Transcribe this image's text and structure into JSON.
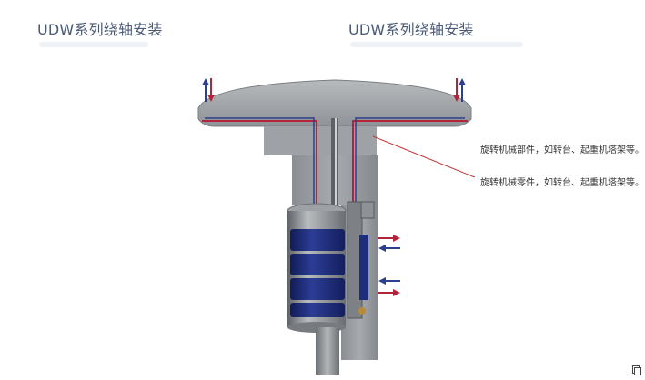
{
  "header": {
    "title_left": "UDW系列绕轴安装",
    "title_right": "UDW系列绕轴安装"
  },
  "annotations": {
    "caption_1": "旋转机械部件，如转台、起重机塔架等。",
    "caption_2": "旋转机械零件，如转台、起重机塔架等。"
  },
  "colors": {
    "metal_dark": "#6e7276",
    "metal_mid": "#9a9ea2",
    "metal_light": "#c4c7ca",
    "coil_blue": "#1f2e7a",
    "arrow_red": "#b3243c",
    "arrow_blue": "#2c3f8c",
    "leader_line": "#c23a3a"
  },
  "icons": {
    "corner": "copy-icon",
    "flow_in": "arrow-right-icon",
    "flow_out": "arrow-left-icon"
  }
}
